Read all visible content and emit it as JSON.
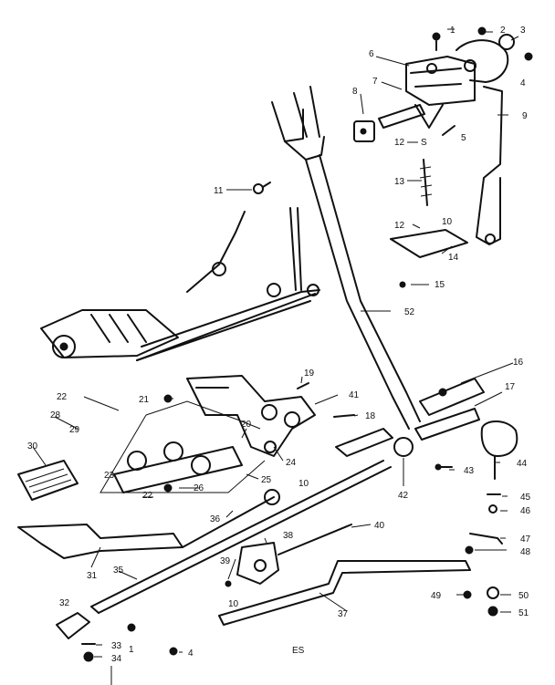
{
  "callouts": [
    "1",
    "2",
    "3",
    "4",
    "5",
    "6",
    "7",
    "8",
    "9",
    "10",
    "11",
    "12",
    "13",
    "14",
    "15",
    "16",
    "17",
    "18",
    "19",
    "20",
    "21",
    "22",
    "23",
    "24",
    "25",
    "26",
    "28",
    "29",
    "30",
    "31",
    "32",
    "33",
    "34",
    "35",
    "36",
    "37",
    "38",
    "39",
    "40",
    "41",
    "42",
    "43",
    "44",
    "45",
    "46",
    "47",
    "48",
    "49",
    "50",
    "51",
    "52"
  ],
  "labels": {
    "repeat_10": "10",
    "repeat_12": "12",
    "repeat_1": "1",
    "repeat_4": "4",
    "repeat_22": "22",
    "s_mark": "S",
    "footer_code": "ES"
  }
}
